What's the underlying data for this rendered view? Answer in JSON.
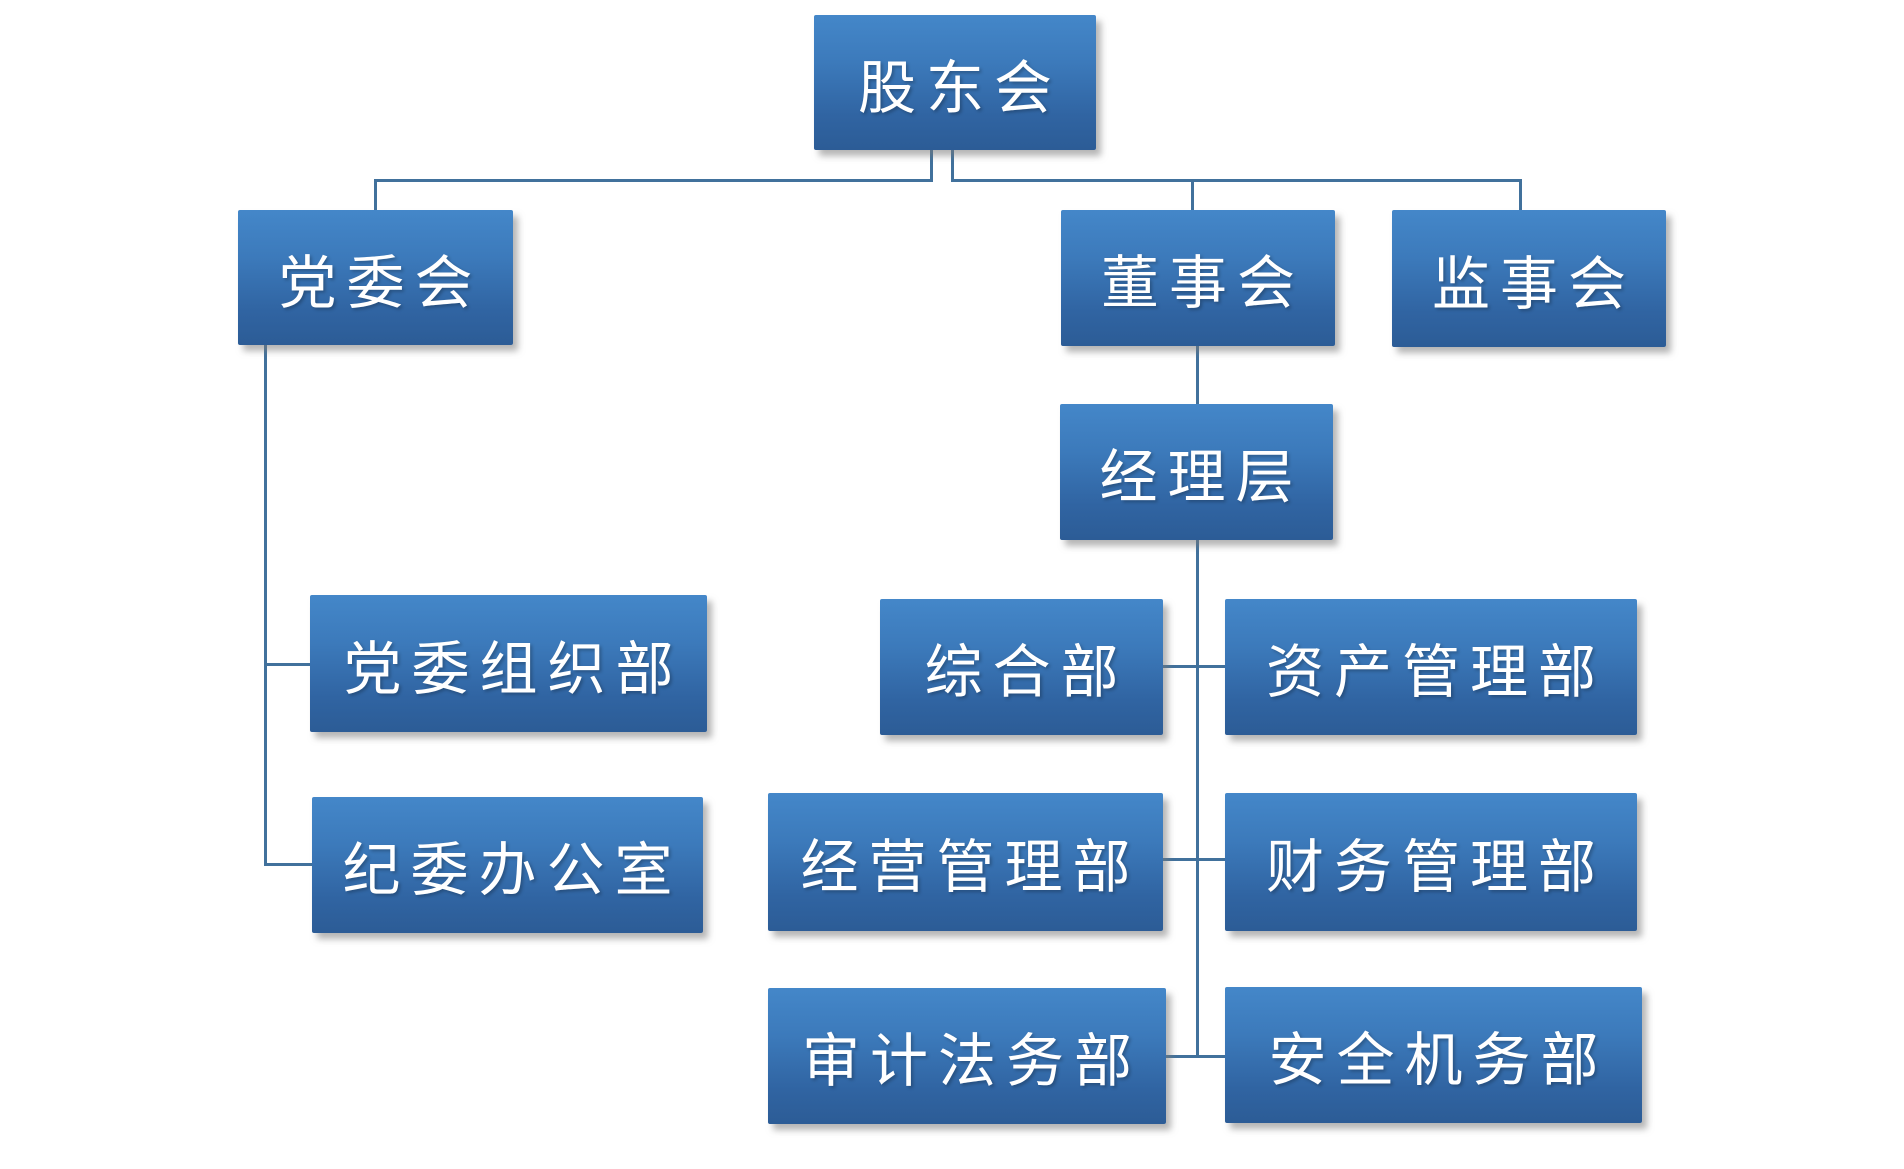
{
  "diagram": {
    "type": "org-chart",
    "nodes": {
      "shareholders": {
        "label": "股东会"
      },
      "party_committee": {
        "label": "党委会"
      },
      "board": {
        "label": "董事会"
      },
      "supervisory": {
        "label": "监事会"
      },
      "management": {
        "label": "经理层"
      },
      "party_org_dept": {
        "label": "党委组织部"
      },
      "discipline_office": {
        "label": "纪委办公室"
      },
      "general_dept": {
        "label": "综合部"
      },
      "asset_mgmt_dept": {
        "label": "资产管理部"
      },
      "operation_dept": {
        "label": "经营管理部"
      },
      "finance_dept": {
        "label": "财务管理部"
      },
      "audit_legal_dept": {
        "label": "审计法务部"
      },
      "safety_dept": {
        "label": "安全机务部"
      }
    },
    "edges": [
      {
        "from": "股东会",
        "to": "党委会"
      },
      {
        "from": "股东会",
        "to": "董事会"
      },
      {
        "from": "股东会",
        "to": "监事会"
      },
      {
        "from": "党委会",
        "to": "党委组织部"
      },
      {
        "from": "党委会",
        "to": "纪委办公室"
      },
      {
        "from": "董事会",
        "to": "经理层"
      },
      {
        "from": "经理层",
        "to": "综合部"
      },
      {
        "from": "经理层",
        "to": "资产管理部"
      },
      {
        "from": "经理层",
        "to": "经营管理部"
      },
      {
        "from": "经理层",
        "to": "财务管理部"
      },
      {
        "from": "经理层",
        "to": "审计法务部"
      },
      {
        "from": "经理层",
        "to": "安全机务部"
      }
    ],
    "colors": {
      "box_gradient_top": "#4487C9",
      "box_gradient_bottom": "#2C5C96",
      "connector": "#41719C",
      "text": "#FFFFFF",
      "background": "#FFFFFF"
    }
  }
}
